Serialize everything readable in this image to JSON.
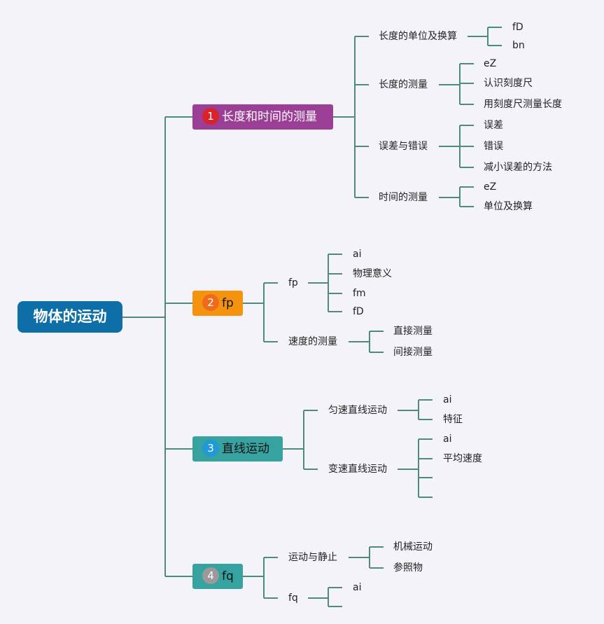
{
  "root": {
    "label": "物体的运动",
    "color": "#0e6ea8"
  },
  "line_color": "#4e8a7e",
  "branches": [
    {
      "label": "长度和时间的测量",
      "number": "1",
      "color": "#9b3f96",
      "badge_color": "#d8232a",
      "children": [
        {
          "label": "长度的单位及换算",
          "children": [
            "fD",
            "bn"
          ]
        },
        {
          "label": "长度的测量",
          "children": [
            "eZ",
            "认识刻度尺",
            "用刻度尺测量长度"
          ]
        },
        {
          "label": "误差与错误",
          "children": [
            "误差",
            "错误",
            "减小误差的方法"
          ]
        },
        {
          "label": "时间的测量",
          "children": [
            "eZ",
            "单位及换算"
          ]
        }
      ]
    },
    {
      "label": "fp",
      "number": "2",
      "color": "#f5930f",
      "badge_color": "#f06a1b",
      "children": [
        {
          "label": "fp",
          "children": [
            "ai",
            "物理意义",
            "fm",
            "fD"
          ]
        },
        {
          "label": "速度的测量",
          "children": [
            "直接测量",
            "间接测量"
          ]
        }
      ]
    },
    {
      "label": "直线运动",
      "number": "3",
      "color": "#36a3a1",
      "badge_color": "#1f9ad6",
      "children": [
        {
          "label": "匀速直线运动",
          "children": [
            "ai",
            "特征"
          ]
        },
        {
          "label": "变速直线运动",
          "children": [
            "ai",
            "平均速度",
            "",
            ""
          ]
        }
      ]
    },
    {
      "label": "fq",
      "number": "4",
      "color": "#36a3a1",
      "badge_color": "#9a9a9a",
      "children": [
        {
          "label": "运动与静止",
          "children": [
            "机械运动",
            "参照物"
          ]
        },
        {
          "label": "fq",
          "children": [
            "ai",
            ""
          ]
        }
      ]
    }
  ]
}
